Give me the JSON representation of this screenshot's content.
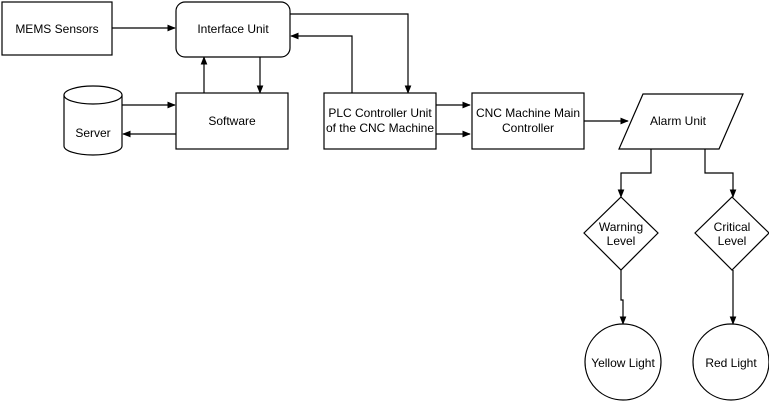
{
  "diagram": {
    "nodes": {
      "mems_sensors": "MEMS Sensors",
      "interface_unit": "Interface Unit",
      "server": "Server",
      "software": "Software",
      "plc_line1": "PLC Controller Unit",
      "plc_line2": "of the CNC Machine",
      "cnc_line1": "CNC Machine Main",
      "cnc_line2": "Controller",
      "alarm_unit": "Alarm Unit",
      "warning_line1": "Warning",
      "warning_line2": "Level",
      "critical_line1": "Critical",
      "critical_line2": "Level",
      "yellow_light": "Yellow Light",
      "red_light": "Red Light"
    }
  }
}
